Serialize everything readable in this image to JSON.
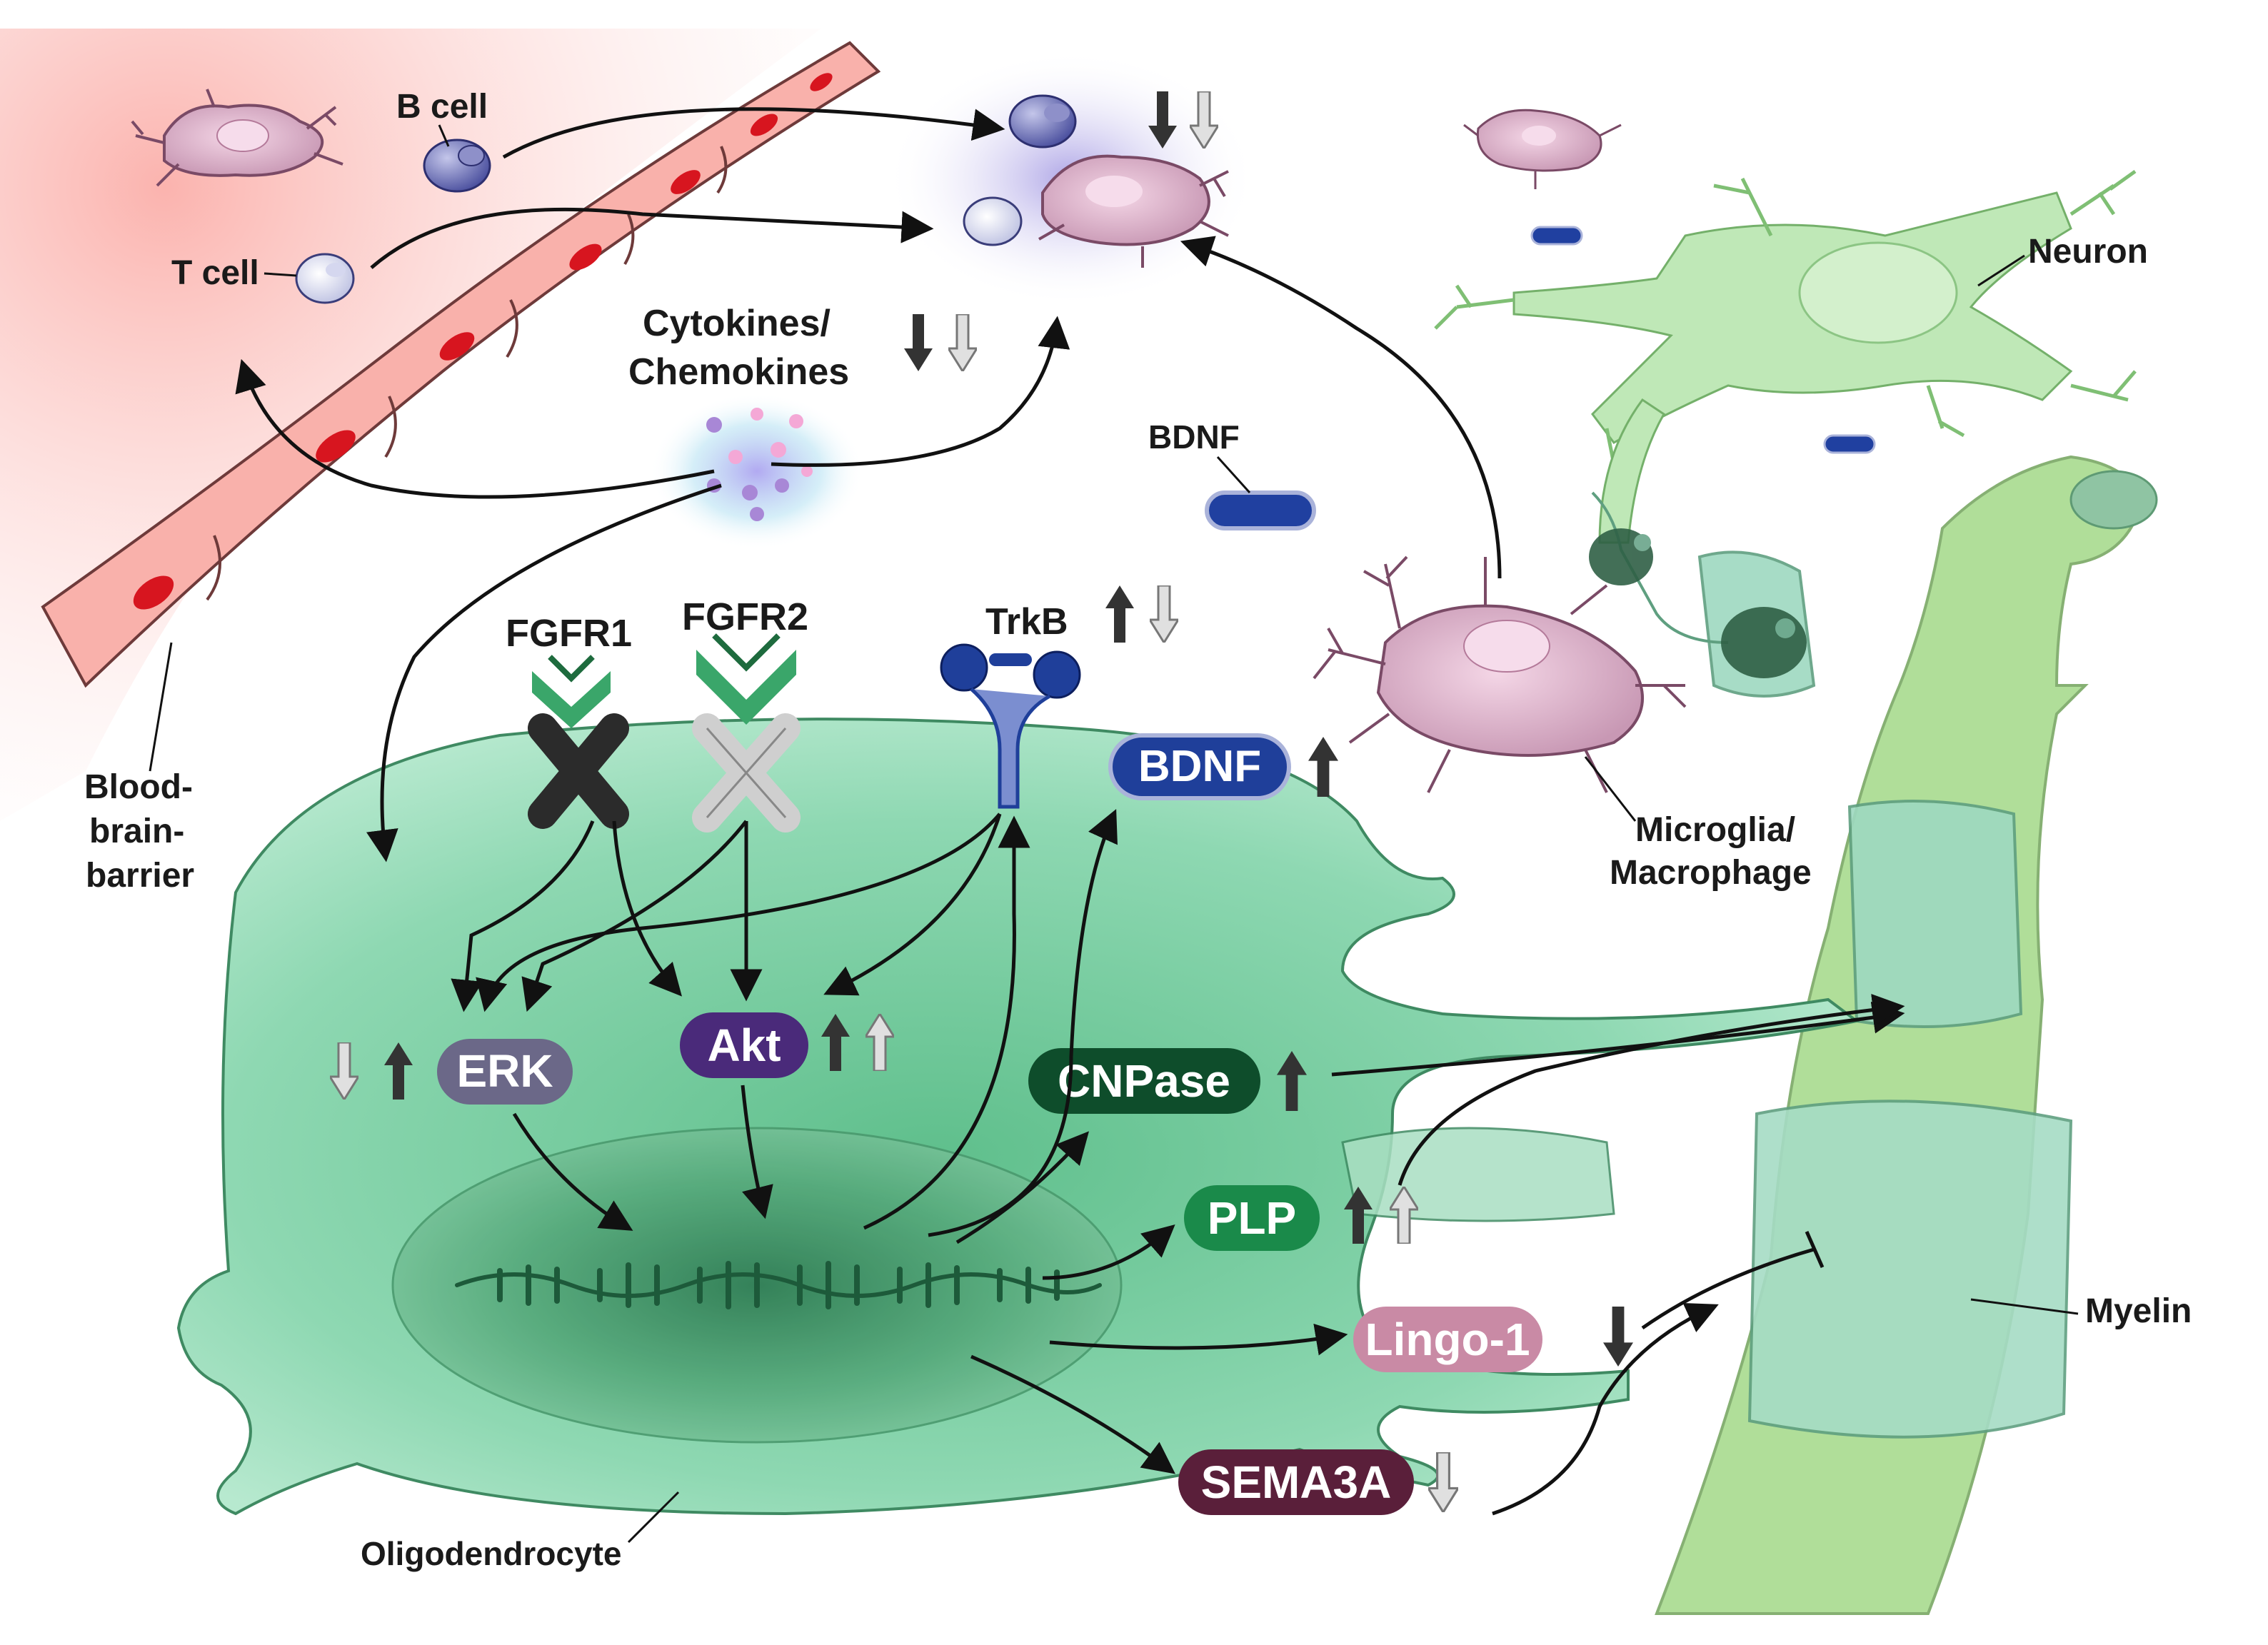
{
  "labels": {
    "b_cell": "B cell",
    "t_cell": "T cell",
    "cytokines_line1": "Cytokines/",
    "cytokines_line2": "Chemokines",
    "bdnf_free": "BDNF",
    "neuron": "Neuron",
    "fgfr1": "FGFR1",
    "fgfr2": "FGFR2",
    "trkb": "TrkB",
    "bbb_line1": "Blood-",
    "bbb_line2": "brain-",
    "bbb_line3": "barrier",
    "microglia_line1": "Microglia/",
    "microglia_line2": "Macrophage",
    "myelin": "Myelin",
    "oligodendrocyte": "Oligodendrocyte"
  },
  "molecules": {
    "bdnf": "BDNF",
    "erk": "ERK",
    "akt": "Akt",
    "cnpase": "CNPase",
    "plp": "PLP",
    "lingo1": "Lingo-1",
    "sema3a": "SEMA3A"
  },
  "colors": {
    "up_down_dark": "#3a3a3a",
    "up_down_light": "#d9d9d9",
    "bdnf": "#1f3f9a",
    "erk": "#6b6888",
    "akt": "#4a2a7a",
    "cnpase": "#0e4d2b",
    "plp": "#1a8a4a",
    "lingo1": "#c98aa5",
    "sema3a": "#5a1f3a",
    "oligodendrocyte": "#7ccfa3",
    "vessel": "#f6a4a0",
    "neuron": "#b9e7b1"
  }
}
